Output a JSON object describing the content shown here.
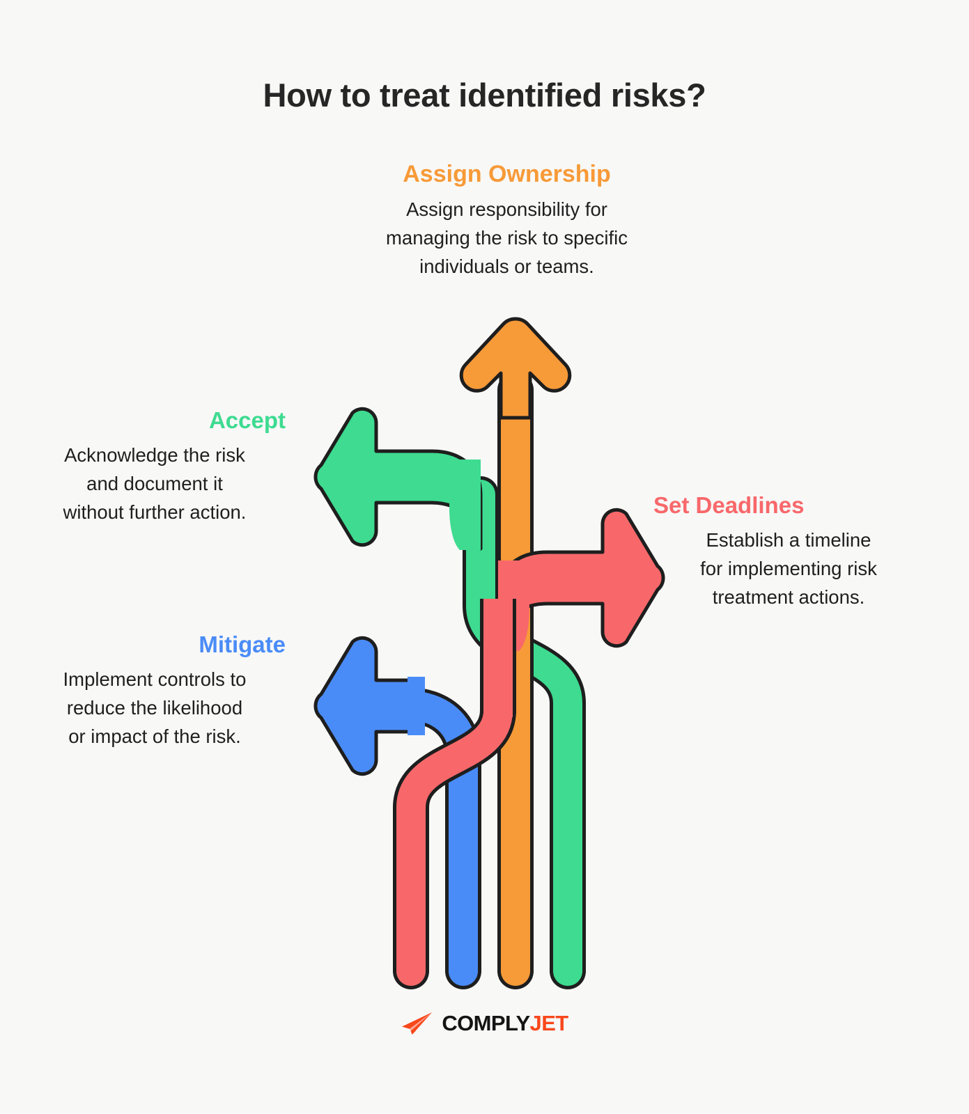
{
  "page": {
    "title": "How to treat identified risks?",
    "background_color": "#F8F8F7"
  },
  "branches": [
    {
      "id": "assign-ownership",
      "heading": "Assign Ownership",
      "body": "Assign responsibility for\nmanaging the risk to  specific\nindividuals or teams.",
      "color": "#F79A38",
      "direction": "up"
    },
    {
      "id": "accept",
      "heading": "Accept",
      "body": "Acknowledge the risk\nand document it\nwithout further action.",
      "color": "#3EDB90",
      "direction": "left"
    },
    {
      "id": "set-deadlines",
      "heading": "Set Deadlines",
      "body": "Establish a timeline\nfor implementing risk\ntreatment actions.",
      "color": "#F8686A",
      "direction": "right"
    },
    {
      "id": "mitigate",
      "heading": "Mitigate",
      "body": "Implement controls to\nreduce the likelihood\nor impact of the risk.",
      "color": "#4A8CF7",
      "direction": "left"
    }
  ],
  "logo": {
    "comply": "COMPLY",
    "jet": "JET",
    "icon": "paper-plane-icon",
    "icon_color": "#F8481C"
  },
  "diagram": {
    "stroke_color": "#1E1E1E",
    "outline_width": 5
  }
}
